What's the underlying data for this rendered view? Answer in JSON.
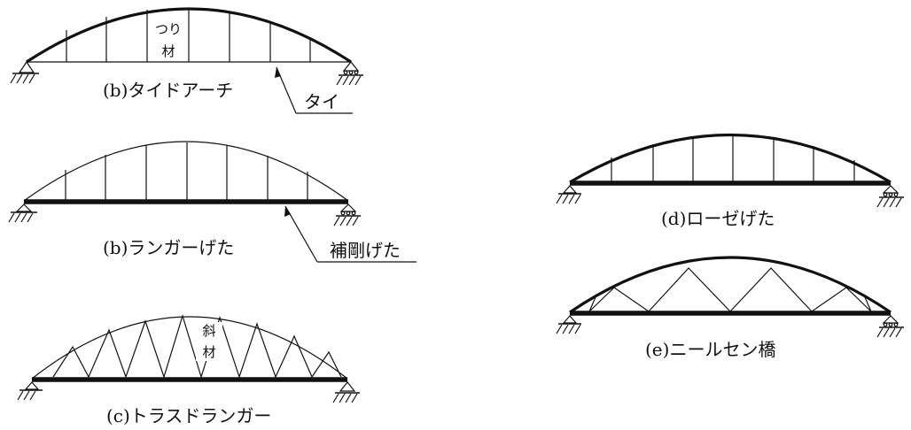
{
  "bridges": {
    "tied_arch": {
      "caption": "(b)タイドアーチ",
      "member_label_1": "つり",
      "member_label_2": "材",
      "callout": "タイ"
    },
    "langer": {
      "caption": "(b)ランガーげた",
      "callout": "補剛げた"
    },
    "truss_langer": {
      "caption": "(c)トラスドランガー",
      "member_label_1": "斜",
      "member_label_2": "材"
    },
    "lohse": {
      "caption": "(d)ローゼげた"
    },
    "nielsen": {
      "caption": "(e)ニールセン橋"
    }
  }
}
